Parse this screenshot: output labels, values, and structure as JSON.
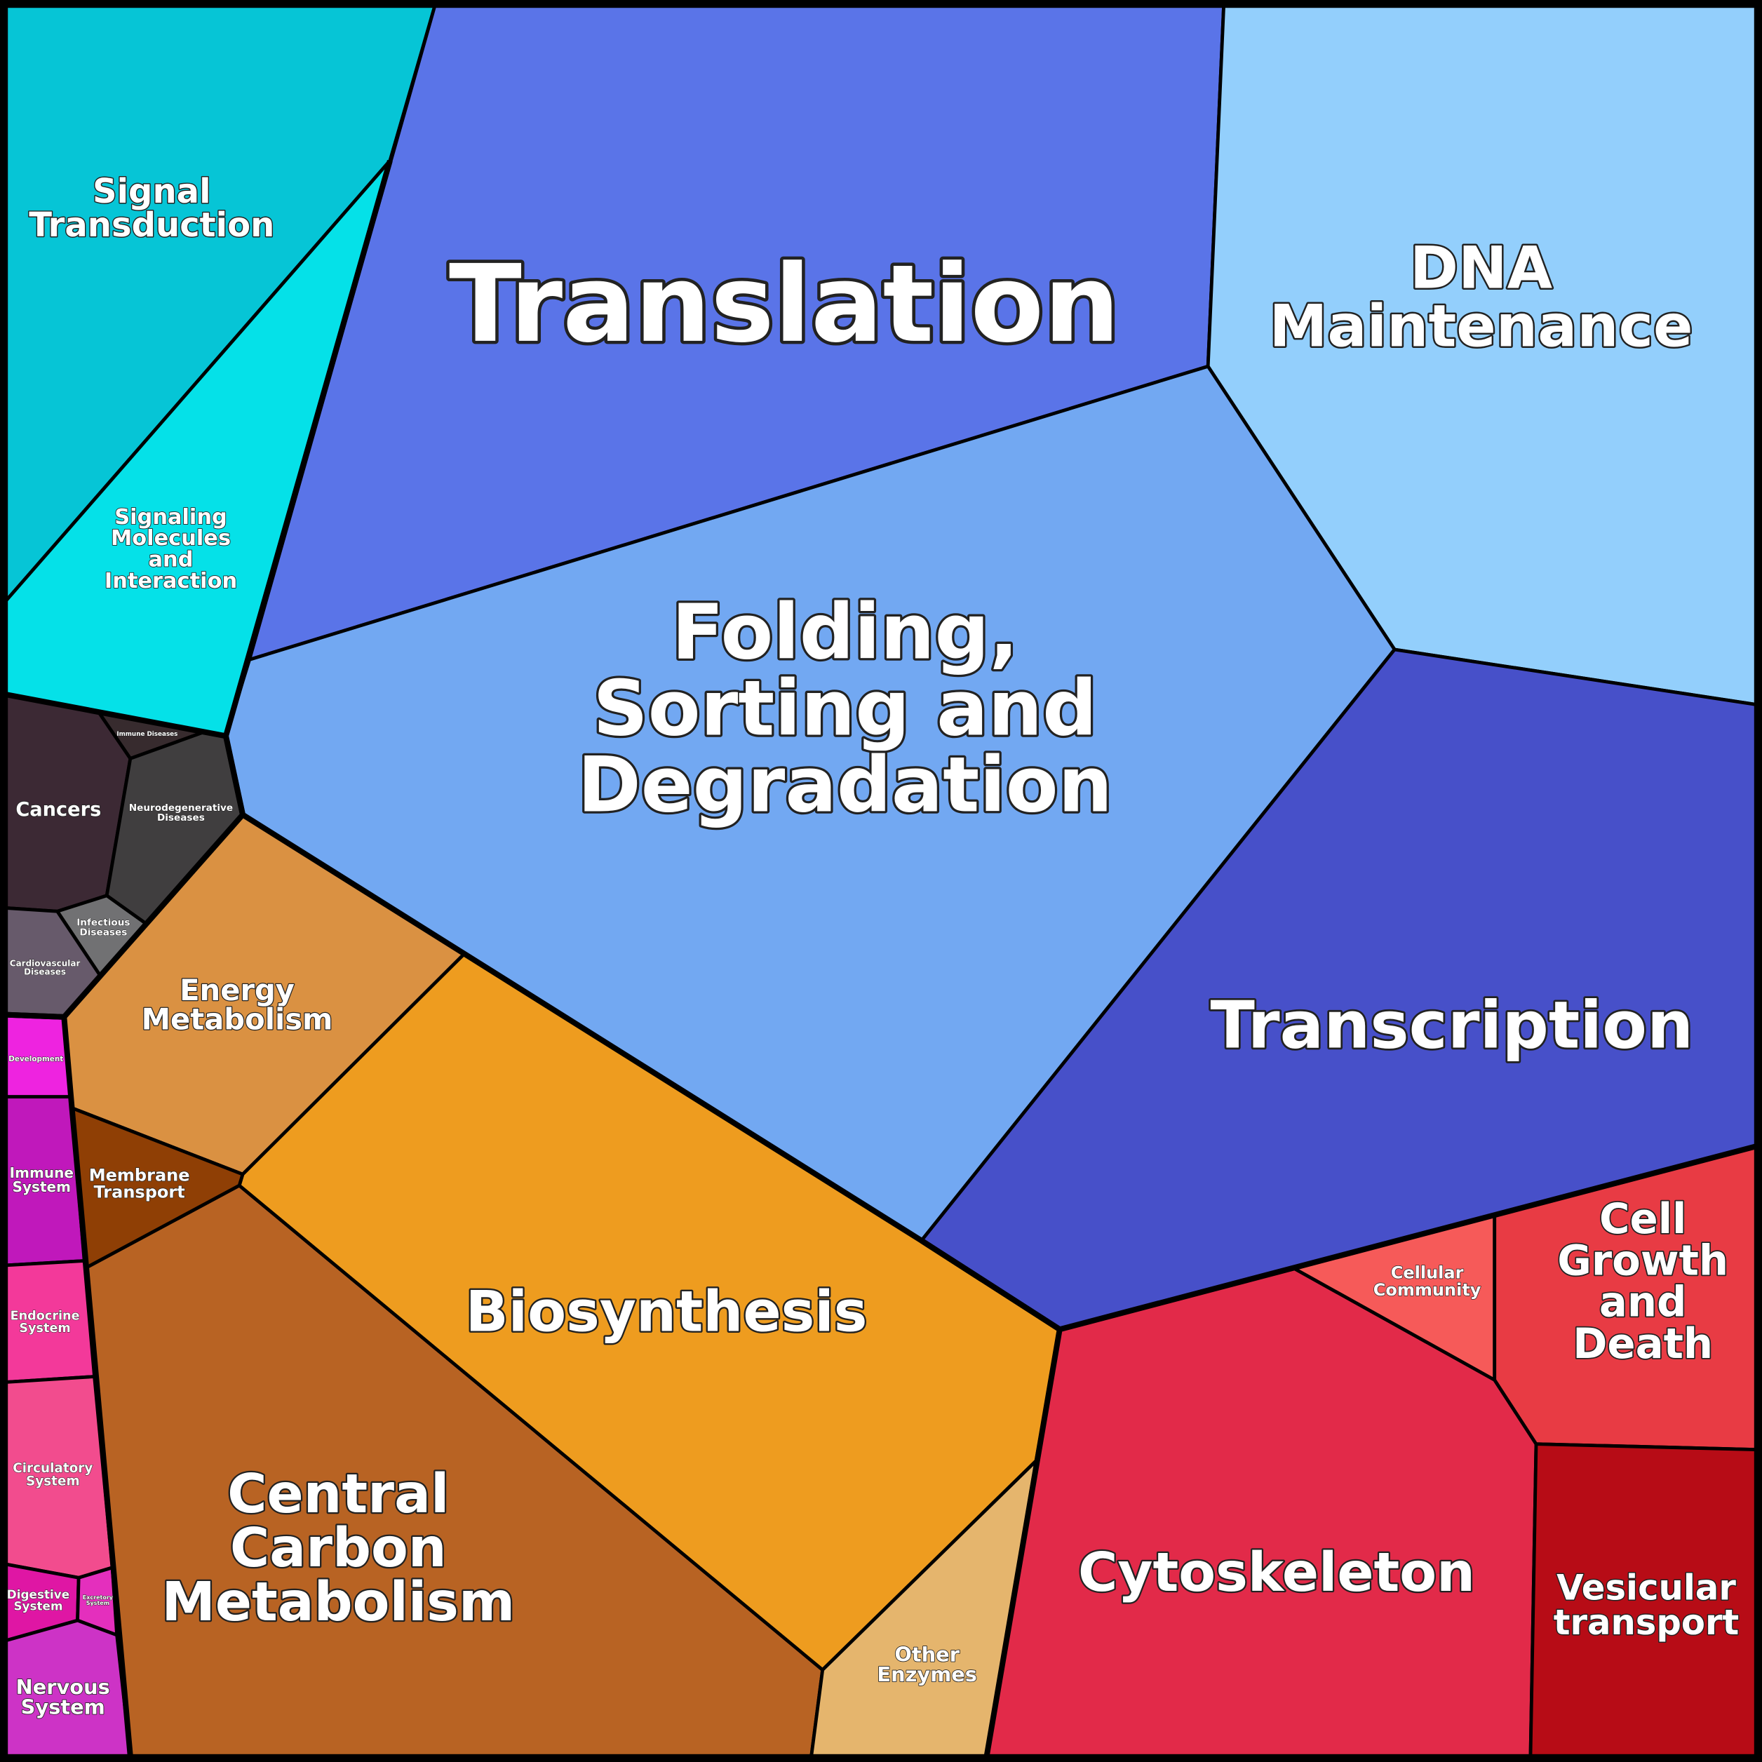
{
  "title": "Voronoi treemap of functional categories",
  "cells": [
    {
      "id": "signal-transduction",
      "lines": [
        "Signal",
        "Transduction"
      ],
      "color": "#06c5d6"
    },
    {
      "id": "signaling-molecules",
      "lines": [
        "Signaling",
        "Molecules",
        "and",
        "Interaction"
      ],
      "color": "#05e1e8"
    },
    {
      "id": "translation",
      "lines": [
        "Translation"
      ],
      "color": "#5a74e8"
    },
    {
      "id": "dna-maintenance",
      "lines": [
        "DNA",
        "Maintenance"
      ],
      "color": "#93cffc"
    },
    {
      "id": "folding",
      "lines": [
        "Folding,",
        "Sorting and",
        "Degradation"
      ],
      "color": "#72a8f2"
    },
    {
      "id": "transcription",
      "lines": [
        "Transcription"
      ],
      "color": "#4750c9"
    },
    {
      "id": "cancers",
      "lines": [
        "Cancers"
      ],
      "color": "#3c2934"
    },
    {
      "id": "immune-diseases",
      "lines": [
        "Immune Diseases"
      ],
      "color": "#372b2e"
    },
    {
      "id": "neurodegenerative",
      "lines": [
        "Neurodegenerative",
        "Diseases"
      ],
      "color": "#403e3f"
    },
    {
      "id": "infectious",
      "lines": [
        "Infectious",
        "Diseases"
      ],
      "color": "#717173"
    },
    {
      "id": "cardiovascular",
      "lines": [
        "Cardiovascular",
        "Diseases"
      ],
      "color": "#675a6b"
    },
    {
      "id": "energy-metabolism",
      "lines": [
        "Energy",
        "Metabolism"
      ],
      "color": "#da9142"
    },
    {
      "id": "development",
      "lines": [
        "Development"
      ],
      "color": "#ee23e0"
    },
    {
      "id": "immune-system",
      "lines": [
        "Immune",
        "System"
      ],
      "color": "#c018bb"
    },
    {
      "id": "endocrine",
      "lines": [
        "Endocrine",
        "System"
      ],
      "color": "#f3399a"
    },
    {
      "id": "circulatory",
      "lines": [
        "Circulatory",
        "System"
      ],
      "color": "#f24c8e"
    },
    {
      "id": "digestive",
      "lines": [
        "Digestive",
        "System"
      ],
      "color": "#df16a4"
    },
    {
      "id": "excretory",
      "lines": [
        "Excretory",
        "System"
      ],
      "color": "#e42fbd"
    },
    {
      "id": "nervous",
      "lines": [
        "Nervous",
        "System"
      ],
      "color": "#cd33c6"
    },
    {
      "id": "membrane-transport",
      "lines": [
        "Membrane",
        "Transport"
      ],
      "color": "#8f3f05"
    },
    {
      "id": "central-carbon",
      "lines": [
        "Central",
        "Carbon",
        "Metabolism"
      ],
      "color": "#b86323"
    },
    {
      "id": "biosynthesis",
      "lines": [
        "Biosynthesis"
      ],
      "color": "#ee9c1f"
    },
    {
      "id": "other-enzymes",
      "lines": [
        "Other",
        "Enzymes"
      ],
      "color": "#e5b56d"
    },
    {
      "id": "cytoskeleton",
      "lines": [
        "Cytoskeleton"
      ],
      "color": "#e22a49"
    },
    {
      "id": "cellular-community",
      "lines": [
        "Cellular",
        "Community"
      ],
      "color": "#f65a59"
    },
    {
      "id": "cell-growth",
      "lines": [
        "Cell",
        "Growth",
        "and",
        "Death"
      ],
      "color": "#e83b44"
    },
    {
      "id": "vesicular-transport",
      "lines": [
        "Vesicular",
        "transport"
      ],
      "color": "#b70c16"
    }
  ]
}
